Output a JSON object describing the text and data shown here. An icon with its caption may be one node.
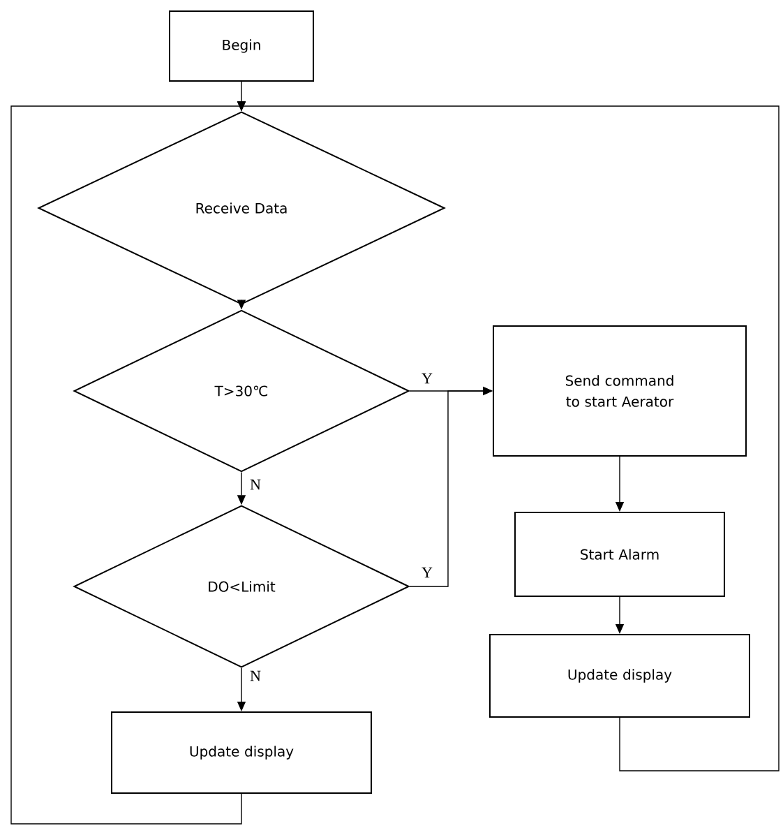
{
  "diagram": {
    "nodes": [
      {
        "text": [
          "Begin"
        ]
      },
      {
        "text": [
          "Receive Data"
        ]
      },
      {
        "text": [
          "T>30℃"
        ]
      },
      {
        "text": [
          "DO<Limit"
        ]
      },
      {
        "text": [
          "Update display"
        ]
      },
      {
        "text": [
          "Send command to start Aerator"
        ]
      },
      {
        "text": [
          "Start Alarm"
        ]
      },
      {
        "text": [
          "Update display"
        ]
      }
    ],
    "edges": [
      {
        "from": 0,
        "to": 1,
        "arrow": "to"
      },
      {
        "from": 1,
        "to": 2,
        "arrow": "to"
      },
      {
        "from": 2,
        "to": 3,
        "arrow": "to",
        "label": "N"
      },
      {
        "from": 3,
        "to": 4,
        "arrow": "to",
        "label": "N"
      },
      {
        "from": 2,
        "to": 5,
        "arrow": "to",
        "label": "Y"
      },
      {
        "from": 3,
        "to": 5,
        "arrow": "to",
        "label": "Y"
      },
      {
        "from": 5,
        "to": 6,
        "arrow": "to"
      },
      {
        "from": 6,
        "to": 7,
        "arrow": "to"
      },
      {
        "from": 4,
        "to": 1,
        "arrow": "to"
      },
      {
        "from": 7,
        "to": 1,
        "arrow": "to"
      }
    ]
  }
}
